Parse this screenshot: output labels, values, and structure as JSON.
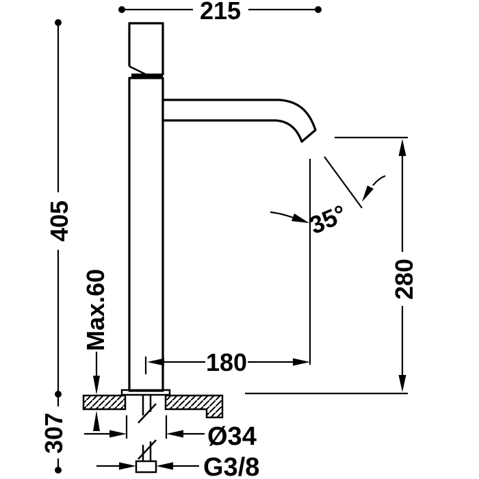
{
  "drawing": {
    "type": "technical-dimension-drawing",
    "colors": {
      "line": "#000000",
      "background": "#ffffff"
    },
    "labels": {
      "total_projection": "215",
      "height_above_deck": "405",
      "max_deck_thickness": "Max.60",
      "height_below_deck": "307",
      "spout_reach": "180",
      "outlet_height": "280",
      "outlet_angle": "35°",
      "hole_diameter": "Ø34",
      "supply_thread": "G3/8"
    }
  }
}
